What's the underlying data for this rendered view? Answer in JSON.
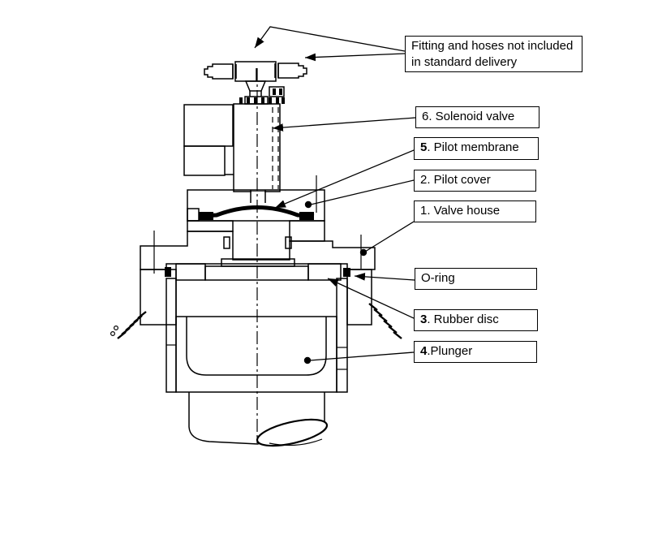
{
  "callouts": {
    "fitting": {
      "line1": "Fitting and hoses not included",
      "line2": "in standard delivery"
    },
    "solenoid": {
      "num": "",
      "text": "6. Solenoid valve"
    },
    "membrane": {
      "num": "5",
      "text": ". Pilot membrane"
    },
    "cover": {
      "num": "",
      "text": "2. Pilot cover"
    },
    "house": {
      "num": "",
      "text": "1. Valve house"
    },
    "oring": {
      "num": "",
      "text": "O-ring"
    },
    "rubber": {
      "num": "3",
      "text": ". Rubber disc"
    },
    "plunger": {
      "num": "4",
      "text": ".Plunger"
    }
  },
  "colors": {
    "background": "#ffffff",
    "line": "#000000",
    "light_gray": "#c9c9c9",
    "medium_gray": "#8f8f8f",
    "dark_gray": "#7b7b7b"
  }
}
